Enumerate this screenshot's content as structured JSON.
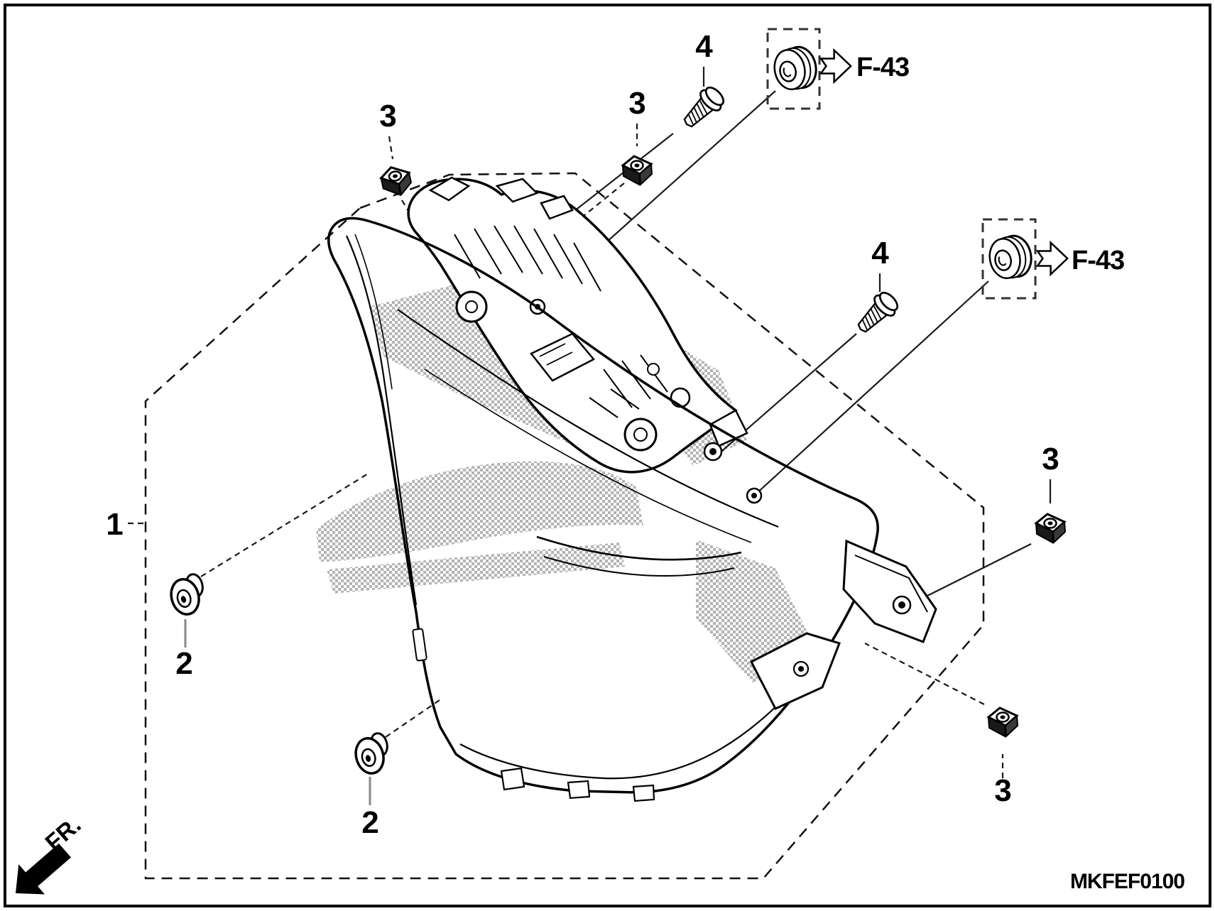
{
  "diagram": {
    "code": "MKFEF0100",
    "fr_label": "FR.",
    "refs": {
      "f43_top": "F-43",
      "f43_mid": "F-43"
    },
    "callouts": {
      "c1": "1",
      "c2a": "2",
      "c2b": "2",
      "c3a": "3",
      "c3b": "3",
      "c3c": "3",
      "c3d": "3",
      "c4a": "4",
      "c4b": "4"
    },
    "colors": {
      "ink": "#000000",
      "paper": "#ffffff",
      "halftone": "#a6a6a6",
      "leader_gray": "#8a8a8a"
    }
  }
}
